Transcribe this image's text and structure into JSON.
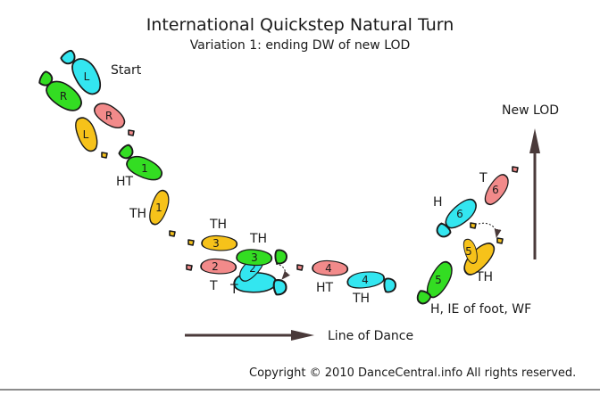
{
  "title": "International Quickstep Natural Turn",
  "subtitle": "Variation 1: ending DW of new LOD",
  "labels": {
    "start": "Start",
    "new_lod": "New LOD",
    "line_of_dance": "Line of Dance",
    "ht_1": "HT",
    "th_1": "TH",
    "th_3": "TH",
    "th_3b": "TH",
    "t_2": "T",
    "t_2b": "T",
    "ht_4": "HT",
    "th_4": "TH",
    "h_5": "H, IE of foot, WF",
    "h_6": "H",
    "t_6": "T",
    "th_5": "TH"
  },
  "feet": {
    "start_l": "L",
    "start_r": "R",
    "pre_r": "R",
    "pre_l": "L",
    "s1": "1",
    "s1b": "1",
    "s2": "2",
    "s2b": "2",
    "s3": "3",
    "s3b": "3",
    "s4": "4",
    "s4b": "4",
    "s5": "5",
    "s5b": "5",
    "s6": "6",
    "s6b": "6"
  },
  "colors": {
    "left_foot": "#33e6f0",
    "right_foot": "#f28a8a",
    "step_green": "#33dd22",
    "step_yellow": "#f6c21a",
    "arrow": "#4a3a3a"
  },
  "copyright": "Copyright © 2010 DanceCentral.info All rights reserved."
}
